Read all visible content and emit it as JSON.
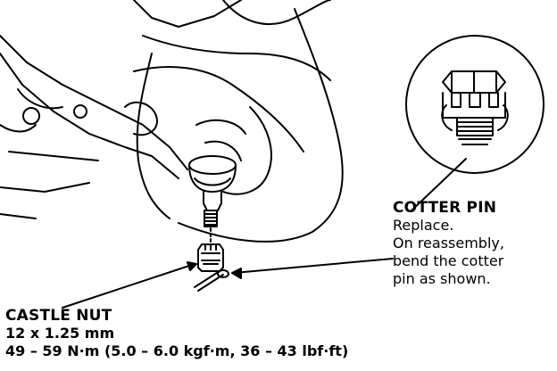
{
  "colors": {
    "ink": "#000000",
    "paper": "#ffffff"
  },
  "cotter_pin": {
    "title": "COTTER PIN",
    "lines": [
      "Replace.",
      "On reassembly,",
      "bend the cotter",
      "pin as shown."
    ]
  },
  "castle_nut": {
    "title": "CASTLE NUT",
    "size": "12 x 1.25 mm",
    "torque": "49 – 59 N·m (5.0 – 6.0 kgf·m, 36 – 43 lbf·ft)"
  }
}
